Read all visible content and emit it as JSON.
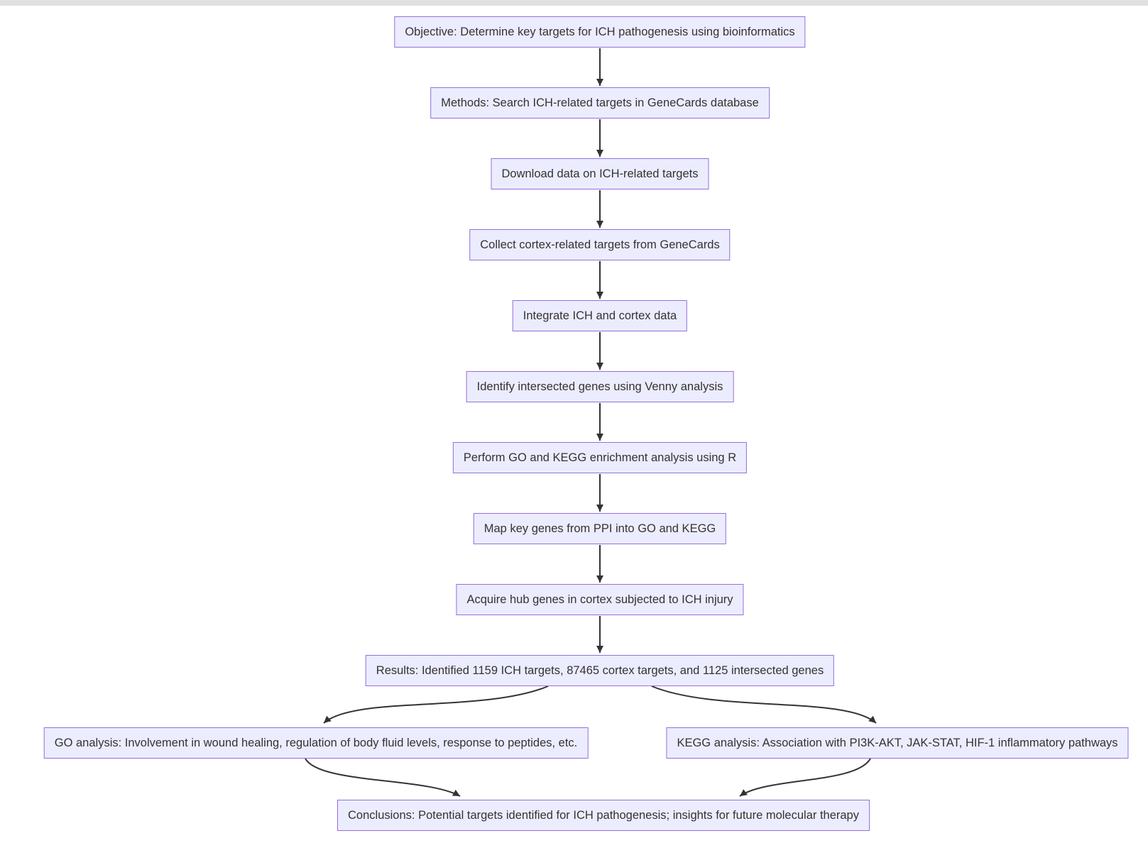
{
  "diagram": {
    "type": "flowchart",
    "direction": "top-down",
    "colors": {
      "node_fill": "#ECECFF",
      "node_border": "#9370DB",
      "node_text": "#333333",
      "arrow": "#333333",
      "top_bar": "#e0e0e0",
      "background": "#ffffff"
    },
    "nodes": [
      {
        "id": "objective",
        "label": "Objective: Determine key targets for ICH pathogenesis using bioinformatics"
      },
      {
        "id": "methods",
        "label": "Methods: Search ICH-related targets in GeneCards database"
      },
      {
        "id": "download",
        "label": "Download data on ICH-related targets"
      },
      {
        "id": "collect",
        "label": "Collect cortex-related targets from GeneCards"
      },
      {
        "id": "integrate",
        "label": "Integrate ICH and cortex data"
      },
      {
        "id": "venny",
        "label": "Identify intersected genes using Venny analysis"
      },
      {
        "id": "enrichment",
        "label": "Perform GO and KEGG enrichment analysis using R"
      },
      {
        "id": "map-ppi",
        "label": "Map key genes from PPI into GO and KEGG"
      },
      {
        "id": "hub-genes",
        "label": "Acquire hub genes in cortex subjected to ICH injury"
      },
      {
        "id": "results",
        "label": "Results: Identified 1159 ICH targets, 87465 cortex targets, and 1125 intersected genes"
      },
      {
        "id": "go-analysis",
        "label": "GO analysis: Involvement in wound healing, regulation of body fluid levels, response to peptides, etc."
      },
      {
        "id": "kegg-analysis",
        "label": "KEGG analysis: Association with PI3K-AKT, JAK-STAT, HIF-1 inflammatory pathways"
      },
      {
        "id": "conclusions",
        "label": "Conclusions: Potential targets identified for ICH pathogenesis; insights for future molecular therapy"
      }
    ],
    "edges": [
      {
        "from": "objective",
        "to": "methods"
      },
      {
        "from": "methods",
        "to": "download"
      },
      {
        "from": "download",
        "to": "collect"
      },
      {
        "from": "collect",
        "to": "integrate"
      },
      {
        "from": "integrate",
        "to": "venny"
      },
      {
        "from": "venny",
        "to": "enrichment"
      },
      {
        "from": "enrichment",
        "to": "map-ppi"
      },
      {
        "from": "map-ppi",
        "to": "hub-genes"
      },
      {
        "from": "hub-genes",
        "to": "results"
      },
      {
        "from": "results",
        "to": "go-analysis"
      },
      {
        "from": "results",
        "to": "kegg-analysis"
      },
      {
        "from": "go-analysis",
        "to": "conclusions"
      },
      {
        "from": "kegg-analysis",
        "to": "conclusions"
      }
    ]
  }
}
